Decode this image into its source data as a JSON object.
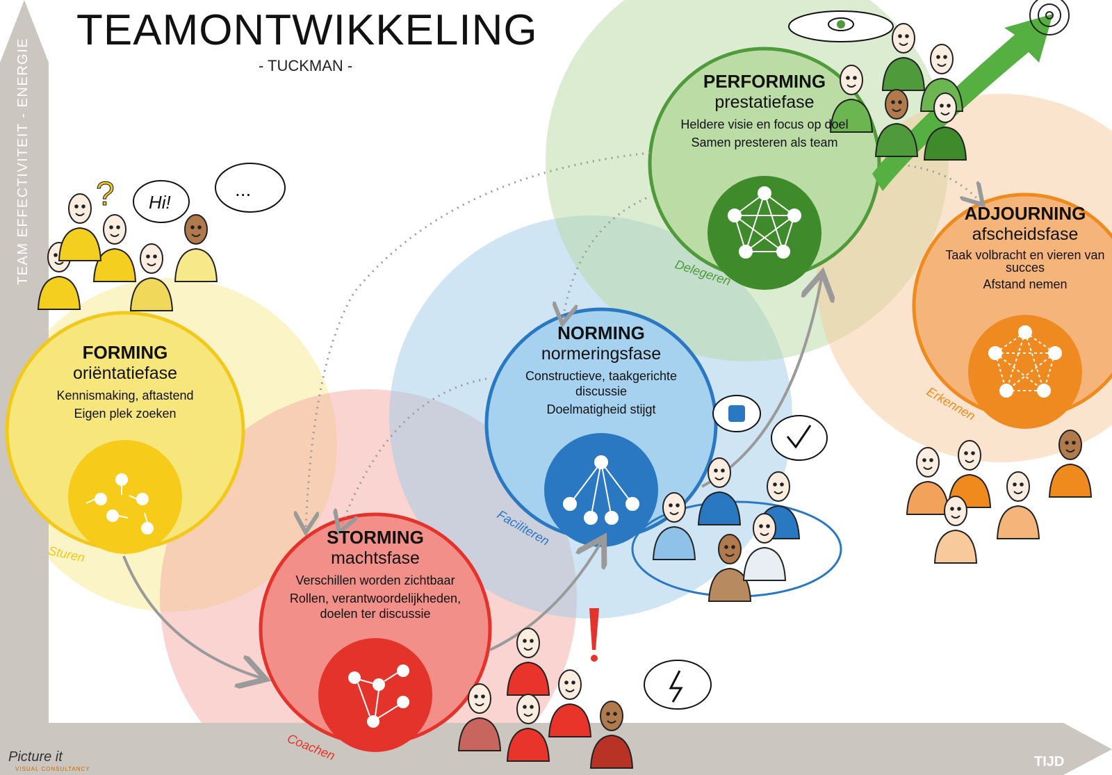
{
  "title": "TEAMONTWIKKELING",
  "subtitle": "- TUCKMAN -",
  "y_axis_label": "TEAM EFFECTIVITEIT - ENERGIE",
  "x_axis_label": "TIJD",
  "logo": {
    "text": "Picture it",
    "sub": "VISUAL CONSULTANCY"
  },
  "colors": {
    "forming": "#f5cf1f",
    "storming": "#e8342a",
    "norming": "#2b78c2",
    "performing": "#4f9a3a",
    "adjourning": "#ef8a1e",
    "axis": "#c8c3bd"
  },
  "phases": [
    {
      "id": "forming",
      "name": "FORMING",
      "dutch": "oriëntatiefase",
      "lines": [
        "Kennismaking, aftastend",
        "Eigen plek zoeken"
      ],
      "leadership": "Sturen",
      "icon": "scattered-nodes-icon"
    },
    {
      "id": "storming",
      "name": "STORMING",
      "dutch": "machtsfase",
      "lines": [
        "Verschillen worden zichtbaar",
        "Rollen, verantwoordelijkheden, doelen ter discussie"
      ],
      "leadership": "Coachen",
      "icon": "conflict-nodes-icon"
    },
    {
      "id": "norming",
      "name": "NORMING",
      "dutch": "normeringsfase",
      "lines": [
        "Constructieve, taakgerichte discussie",
        "Doelmatigheid stijgt"
      ],
      "leadership": "Faciliteren",
      "icon": "hierarchy-nodes-icon"
    },
    {
      "id": "performing",
      "name": "PERFORMING",
      "dutch": "prestatiefase",
      "lines": [
        "Heldere visie en focus op doel",
        "Samen presteren als team"
      ],
      "leadership": "Delegeren",
      "icon": "network-nodes-icon"
    },
    {
      "id": "adjourning",
      "name": "ADJOURNING",
      "dutch": "afscheidsfase",
      "lines": [
        "Taak volbracht en vieren van succes",
        "Afstand nemen"
      ],
      "leadership": "Erkennen",
      "icon": "dashed-network-icon"
    }
  ],
  "speech_bubbles": [
    "?",
    "Hi!",
    "..."
  ]
}
